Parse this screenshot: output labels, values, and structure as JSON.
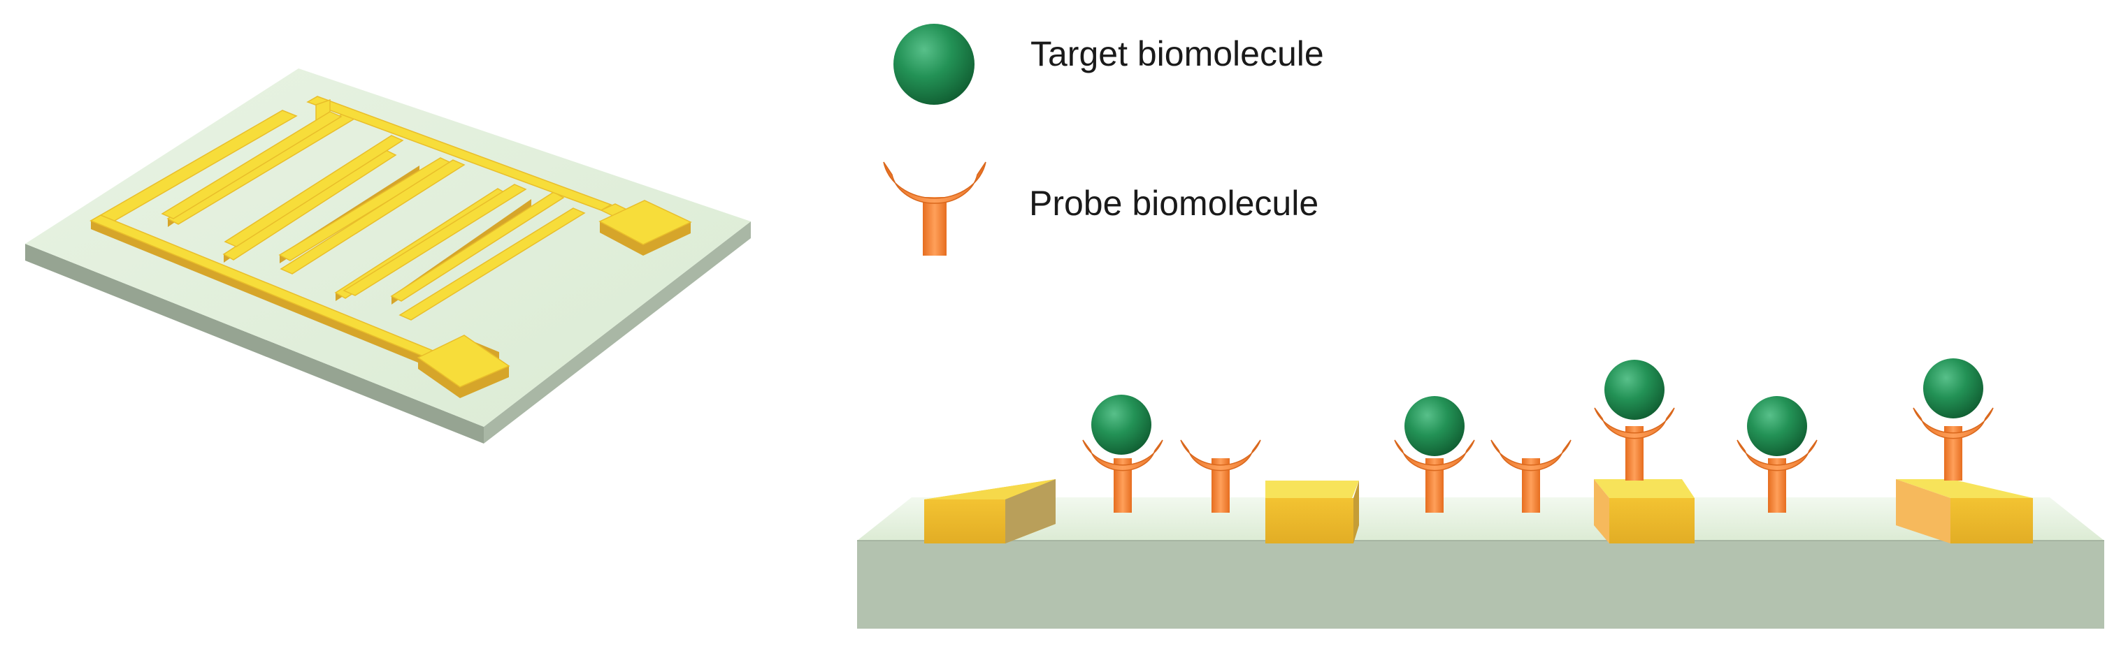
{
  "legend": {
    "target_label": "Target biomolecule",
    "probe_label": "Probe biomolecule"
  },
  "colors": {
    "substrate_top": "#e2efdd",
    "substrate_front": "#b3c2af",
    "substrate_side": "#96a492",
    "electrode_top": "#f7dd3a",
    "electrode_side": "#d6a52a",
    "probe_orange": "#f08535",
    "target_green": "#1f8a4c"
  },
  "cross_section": {
    "probe_sites": [
      "bound",
      "empty",
      "bound",
      "empty",
      "bound",
      "bound",
      "bound"
    ]
  }
}
